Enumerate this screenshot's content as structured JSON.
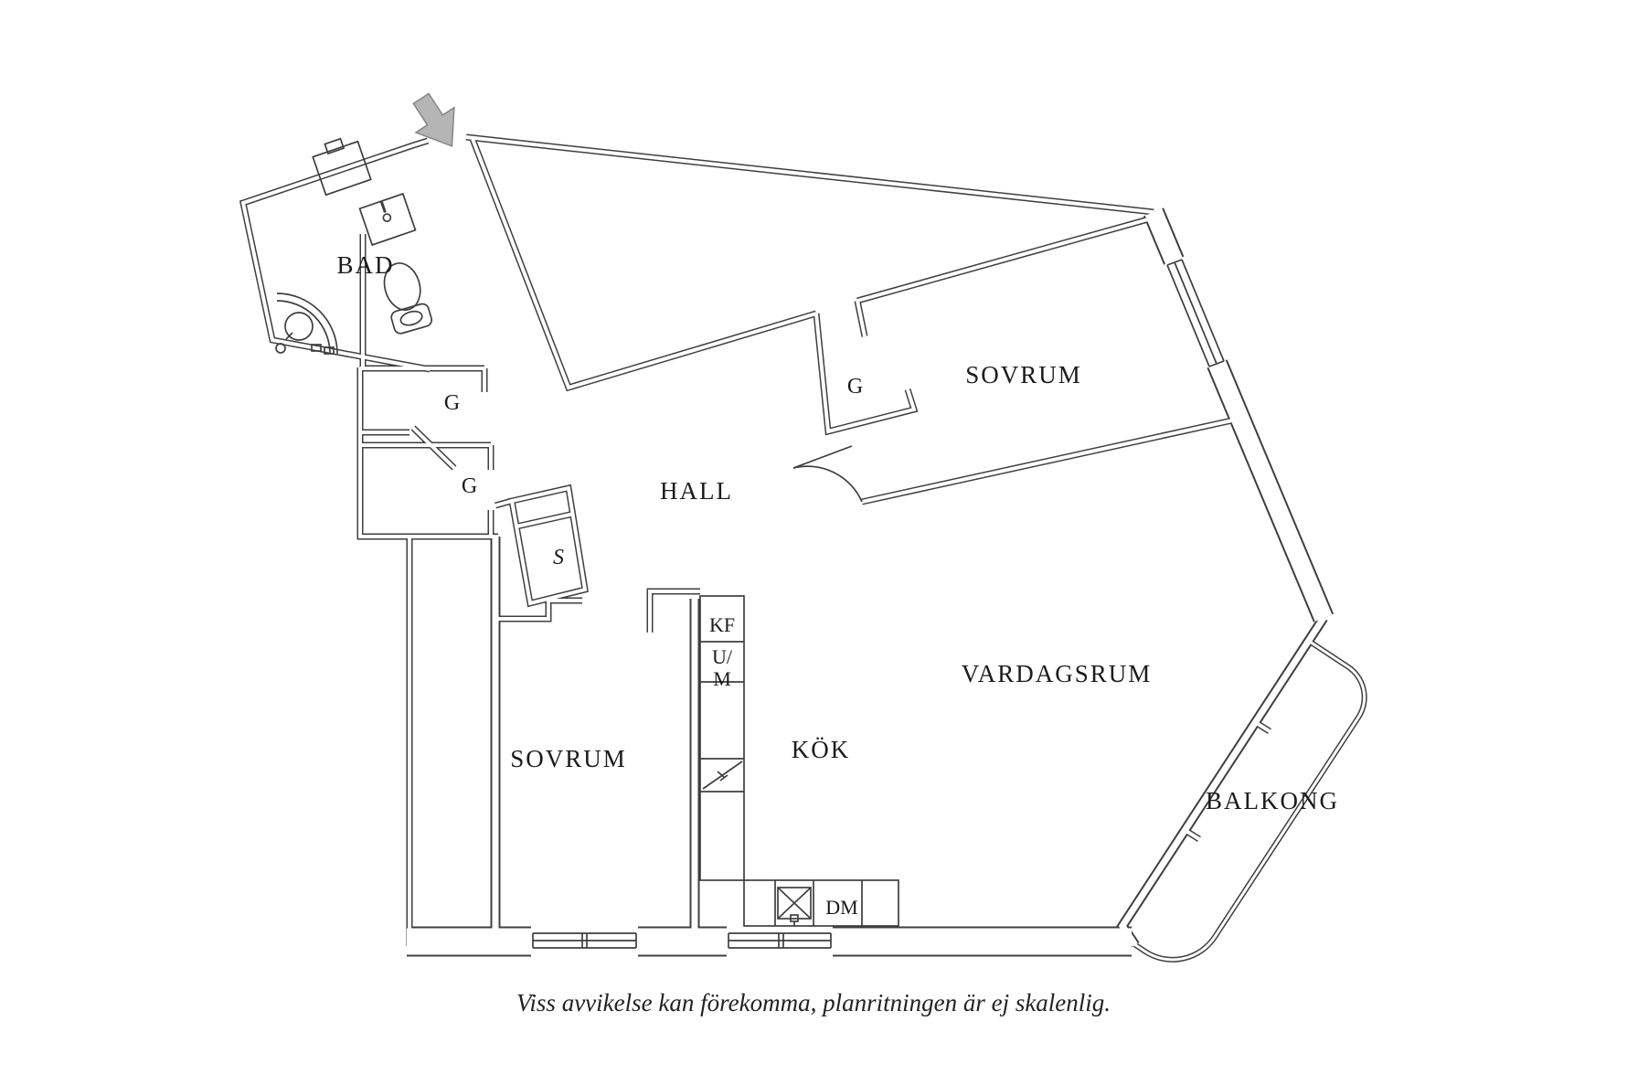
{
  "plan": {
    "labels": {
      "bathroom": "BAD",
      "hall": "HALL",
      "bedroom_top": "SOVRUM",
      "bedroom_left": "SOVRUM",
      "kitchen": "KÖK",
      "living_room": "VARDAGSRUM",
      "balcony": "BALKONG",
      "closet_1": "G",
      "closet_2": "G",
      "closet_top": "G",
      "closet_s": "S",
      "fridge_freezer": "KF",
      "washer_line1": "U/",
      "washer_line2": "M",
      "dishwasher": "DM"
    },
    "footer": {
      "disclaimer": "Viss avvikelse kan förekomma, planritningen är ej skalenlig."
    },
    "colors": {
      "line": "#3f3f3f",
      "arrow_fill": "#b5b5b5",
      "arrow_stroke": "#858585",
      "background": "#ffffff"
    },
    "icons": {
      "entry_arrow": "entry-direction-arrow",
      "shower": "shower-icon",
      "toilet": "toilet-icon",
      "sink": "sink-icon",
      "kitchen_sink": "kitchen-sink-icon",
      "stove": "stove-icon"
    }
  }
}
